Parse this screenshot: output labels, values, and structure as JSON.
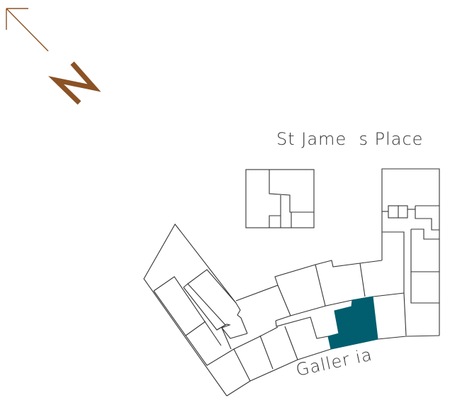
{
  "map": {
    "streets": {
      "top": "St Jame  s Place",
      "bottom": "Galler ia"
    },
    "compass": {
      "label": "N",
      "icon": "north-arrow-icon"
    },
    "highlighted_unit_color": "#005E6E",
    "compass_color": "#8B5225",
    "line_color": "#333333"
  }
}
